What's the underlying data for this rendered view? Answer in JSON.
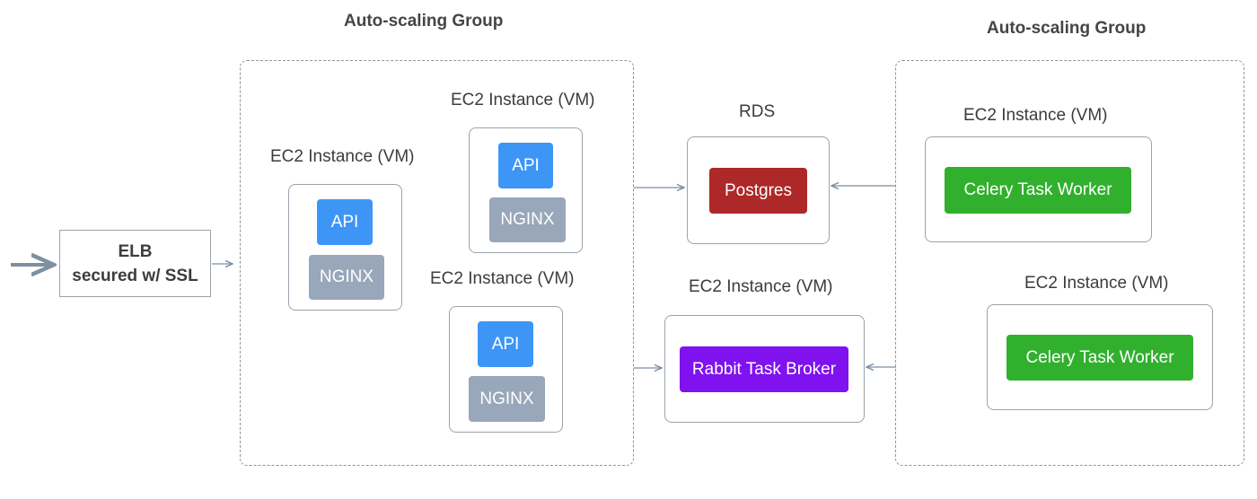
{
  "groups": [
    {
      "title": "Auto-scaling Group"
    },
    {
      "title": "Auto-scaling Group"
    }
  ],
  "elb": {
    "line1": "ELB",
    "line2": "secured w/ SSL"
  },
  "instance_label": "EC2 Instance (VM)",
  "api_label": "API",
  "nginx_label": "NGINX",
  "rds": {
    "label": "RDS",
    "db": "Postgres"
  },
  "broker": {
    "label": "EC2 Instance (VM)",
    "name": "Rabbit Task Broker"
  },
  "workers": [
    {
      "label": "EC2 Instance (VM)",
      "name": "Celery Task Worker"
    },
    {
      "label": "EC2 Instance (VM)",
      "name": "Celery Task Worker"
    }
  ],
  "colors": {
    "api": "#3d96f5",
    "nginx": "#98a7b9",
    "postgres": "#ad2828",
    "broker": "#7f12ef",
    "worker": "#31b02e",
    "border": "#9aa3ab",
    "arrow": "#7d8fa0"
  }
}
